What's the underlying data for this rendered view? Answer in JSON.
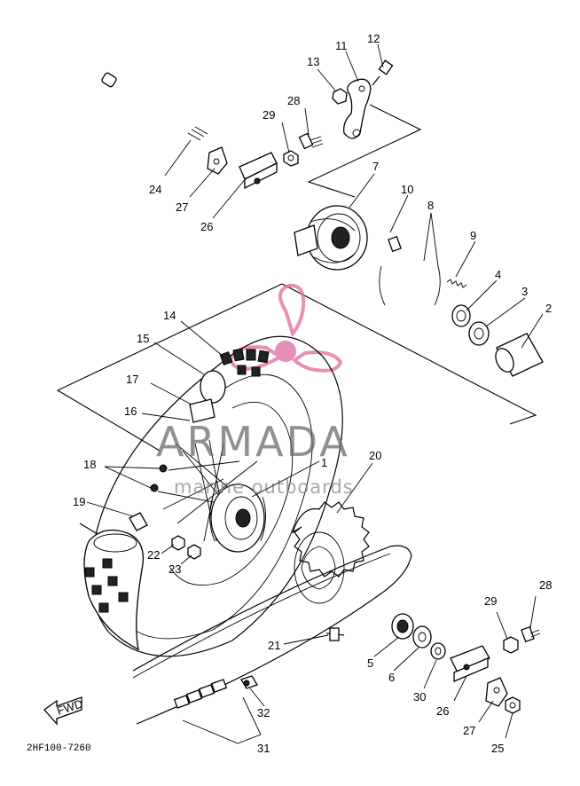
{
  "diagram": {
    "callouts": [
      "1",
      "2",
      "3",
      "4",
      "5",
      "6",
      "7",
      "8",
      "9",
      "10",
      "11",
      "12",
      "13",
      "14",
      "15",
      "16",
      "17",
      "18",
      "19",
      "20",
      "21",
      "22",
      "23",
      "24",
      "25",
      "26",
      "27",
      "28",
      "29",
      "30",
      "31",
      "32"
    ],
    "dup_callouts": {
      "c26b": "26",
      "c27b": "27",
      "c28b": "28",
      "c29b": "29"
    },
    "fwd_label": "FWD",
    "diagram_code": "2HF100-7260"
  },
  "watermark": {
    "title": "ARMADA",
    "subtitle": "marine outboards",
    "accent_color": "#e06aa0",
    "text_color": "#6b6b6b"
  }
}
